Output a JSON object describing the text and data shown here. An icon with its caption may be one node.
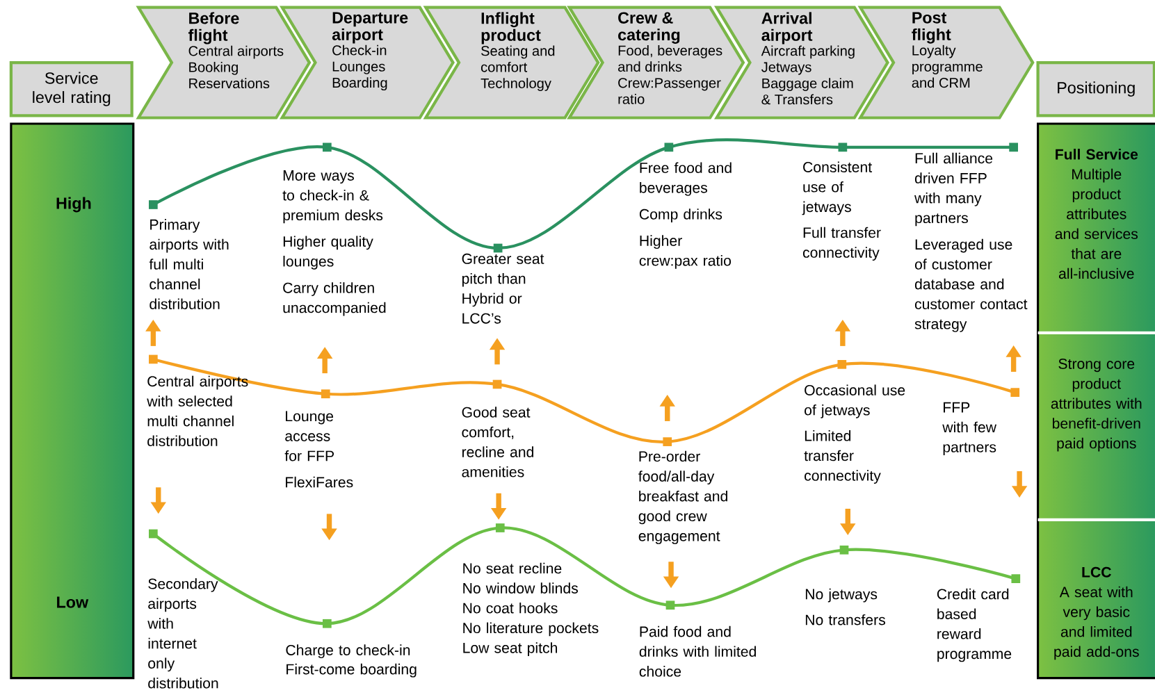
{
  "diagram": {
    "nodes": [
      {
        "text": [
          "Service level rating"
        ]
      },
      {
        "text": [
          "Before flight",
          "Central airports",
          "Booking",
          "Reservations"
        ]
      },
      {
        "text": [
          "Departure airport",
          "Check-in",
          "Lounges",
          "Boarding"
        ]
      },
      {
        "text": [
          "Inflight product",
          "Seating and comfort",
          "Technology"
        ]
      },
      {
        "text": [
          "Crew & catering",
          "Food, beverages and drinks",
          "Crew:Passenger ratio"
        ]
      },
      {
        "text": [
          "Arrival airport",
          "Aircraft parking",
          "Jetways",
          "Baggage claim & Transfers"
        ]
      },
      {
        "text": [
          "Post flight",
          "Loyalty programme and CRM"
        ]
      },
      {
        "text": [
          "Positioning"
        ]
      },
      {
        "text": [
          "High",
          "Low"
        ]
      },
      {
        "text": [
          "Full Service",
          "Multiple product attributes and services that are all-inclusive"
        ]
      },
      {
        "text": [
          "Strong core product attributes with benefit-driven paid options"
        ]
      },
      {
        "text": [
          "LCC",
          "A seat with very basic and limited paid add-ons"
        ]
      }
    ],
    "labels": [
      "Primary airports with full multi channel distribution",
      "Central airports with selected multi channel distribution",
      "Secondary airports with internet only distribution",
      "More ways to check-in & premium desks",
      "Higher quality lounges",
      "Carry children unaccompanied",
      "Lounge access for FFP",
      "FlexiFares",
      "Charge to check-in",
      "First-come boarding",
      "Greater seat pitch than Hybrid or LCC’s",
      "Good seat comfort, recline and amenities",
      "No seat recline",
      "No window blinds",
      "No coat hooks",
      "No literature pockets",
      "Low seat pitch",
      "Free food and beverages",
      "Comp drinks",
      "Higher crew:pax ratio",
      "Pre-order food/all-day breakfast and good crew engagement",
      "Paid food and drinks with limited choice",
      "Consistent use of jetways",
      "Full transfer connectivity",
      "Occasional use of jetways",
      "Limited transfer connectivity",
      "No jetways",
      "No transfers",
      "Full alliance driven FFP with many partners",
      "Leveraged use of customer database and customer contact strategy",
      "FFP with few partners",
      "Credit card based reward programme"
    ]
  }
}
